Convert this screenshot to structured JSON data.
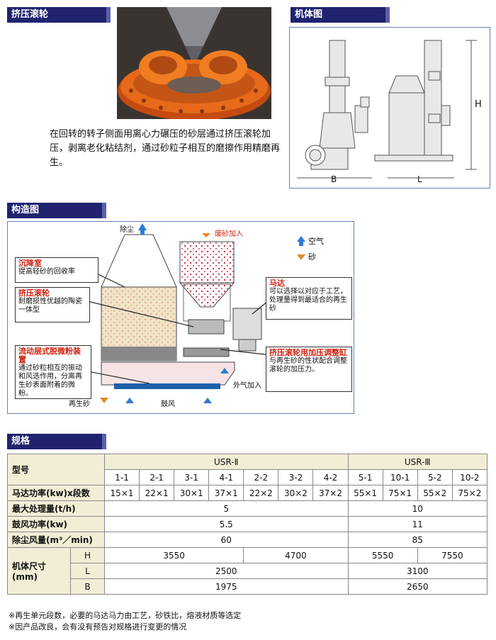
{
  "sections": {
    "roller": "挤压滚轮",
    "machine": "机体图",
    "structure": "构造图",
    "spec": "规格"
  },
  "description": "在回转的转子侧面用离心力碾压的砂层通过挤压滚轮加压，剥离老化粘结剂，通过砂粒子相互的磨擦作用精磨再生。",
  "machine_dims": {
    "h": "H",
    "b": "B",
    "l": "L"
  },
  "diagram": {
    "dust": "除尘",
    "waste_sand_in": "废砂加入",
    "legend_air": "空气",
    "legend_sand": "砂",
    "settling_title": "沉降室",
    "settling_desc": "提高轻砂的回收率",
    "roller_title": "挤压滚轮",
    "roller_desc": "耐磨损性优越的陶瓷一体型",
    "fluid_title": "流动层式脱微粉装置",
    "fluid_desc": "通过砂粒相互的振动和风选作用，分离再生砂表面附着的微粉。",
    "motor_title": "马达",
    "motor_desc": "可以选择以对应于工艺，处理量得到最适合的再生砂",
    "cyl_title": "挤压滚轮用加压调整缸",
    "cyl_desc": "与再生砂的性状配合调整滚轮的加压力。",
    "outside_air": "外气加入",
    "recycled_sand": "再生砂",
    "blower": "鼓风"
  },
  "spec": {
    "model_label": "型号",
    "group1": "USR-Ⅱ",
    "group2": "USR-Ⅲ",
    "models": [
      "1-1",
      "2-1",
      "3-1",
      "4-1",
      "2-2",
      "3-2",
      "4-2",
      "5-1",
      "10-1",
      "5-2",
      "10-2"
    ],
    "motor_label": "马达功率(kw)x段数",
    "motor_vals": [
      "15×1",
      "22×1",
      "30×1",
      "37×1",
      "22×2",
      "30×2",
      "37×2",
      "55×1",
      "75×1",
      "55×2",
      "75×2"
    ],
    "capacity_label": "最大处理量(t/h)",
    "capacity": [
      "5",
      "10"
    ],
    "blower_label": "鼓风功率(kw)",
    "blower_vals": [
      "5.5",
      "11"
    ],
    "dust_label": "除尘风量(m³／min)",
    "dust_vals": [
      "60",
      "85"
    ],
    "size_label": "机体尺寸(mm)",
    "h_label": "H",
    "h_vals": [
      "3550",
      "4700",
      "5550",
      "7550"
    ],
    "l_label": "L",
    "l_vals": [
      "2500",
      "3100"
    ],
    "b_label": "B",
    "b_vals": [
      "1975",
      "2650"
    ]
  },
  "notes": [
    "※再生单元段数，必要的马达马力由工艺，砂铁比，熔液材质等选定",
    "※因产品改良，会有没有预告对规格进行变更的情况"
  ]
}
